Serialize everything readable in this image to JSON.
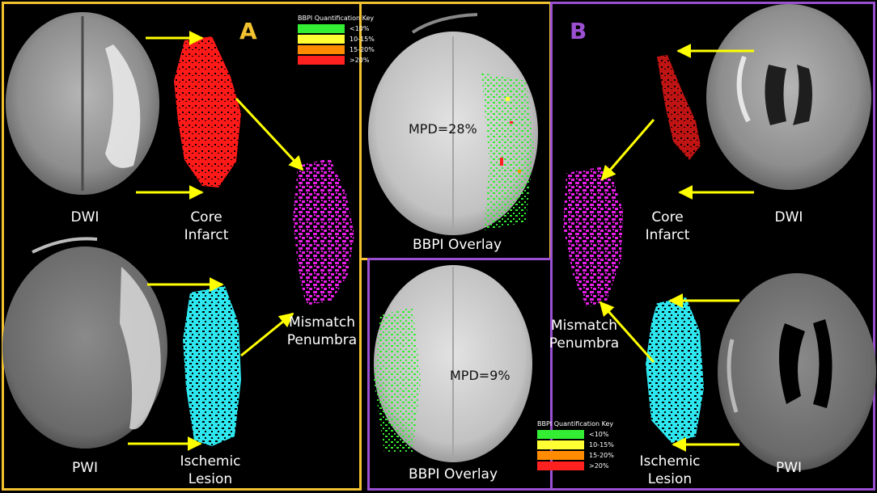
{
  "colors": {
    "panel_a_border": "#f2c230",
    "panel_b_border": "#9b4fd1",
    "arrow": "#ffff00",
    "core_infarct": "#ff1a1a",
    "mismatch_penumbra": "#e61ee6",
    "ischemic_lesion": "#2ee6ee",
    "lt10": "#33ee33",
    "p10_15": "#ffff33",
    "p15_20": "#ff8c00",
    "gt20": "#ff2020"
  },
  "panel_a": {
    "letter": "A",
    "dwi_label": "DWI",
    "pwi_label": "PWI",
    "core_label_1": "Core",
    "core_label_2": "Infarct",
    "ischemic_label_1": "Ischemic",
    "ischemic_label_2": "Lesion",
    "mismatch_label_1": "Mismatch",
    "mismatch_label_2": "Penumbra",
    "overlay_label": "BBPI Overlay",
    "mpd": "MPD=28%",
    "key": {
      "title": "BBPI Quantification Key",
      "items": [
        {
          "label": "<10%",
          "color": "#33ee33"
        },
        {
          "label": "10-15%",
          "color": "#ffff33"
        },
        {
          "label": "15-20%",
          "color": "#ff8c00"
        },
        {
          "label": ">20%",
          "color": "#ff2020"
        }
      ]
    }
  },
  "panel_b": {
    "letter": "B",
    "dwi_label": "DWI",
    "pwi_label": "PWI",
    "core_label_1": "Core",
    "core_label_2": "Infarct",
    "ischemic_label_1": "Ischemic",
    "ischemic_label_2": "Lesion",
    "mismatch_label_1": "Mismatch",
    "mismatch_label_2": "Penumbra",
    "overlay_label": "BBPI Overlay",
    "mpd": "MPD=9%",
    "key": {
      "title": "BBPI Quantification Key",
      "items": [
        {
          "label": "<10%",
          "color": "#33ee33"
        },
        {
          "label": "10-15%",
          "color": "#ffff33"
        },
        {
          "label": "15-20%",
          "color": "#ff8c00"
        },
        {
          "label": ">20%",
          "color": "#ff2020"
        }
      ]
    }
  }
}
